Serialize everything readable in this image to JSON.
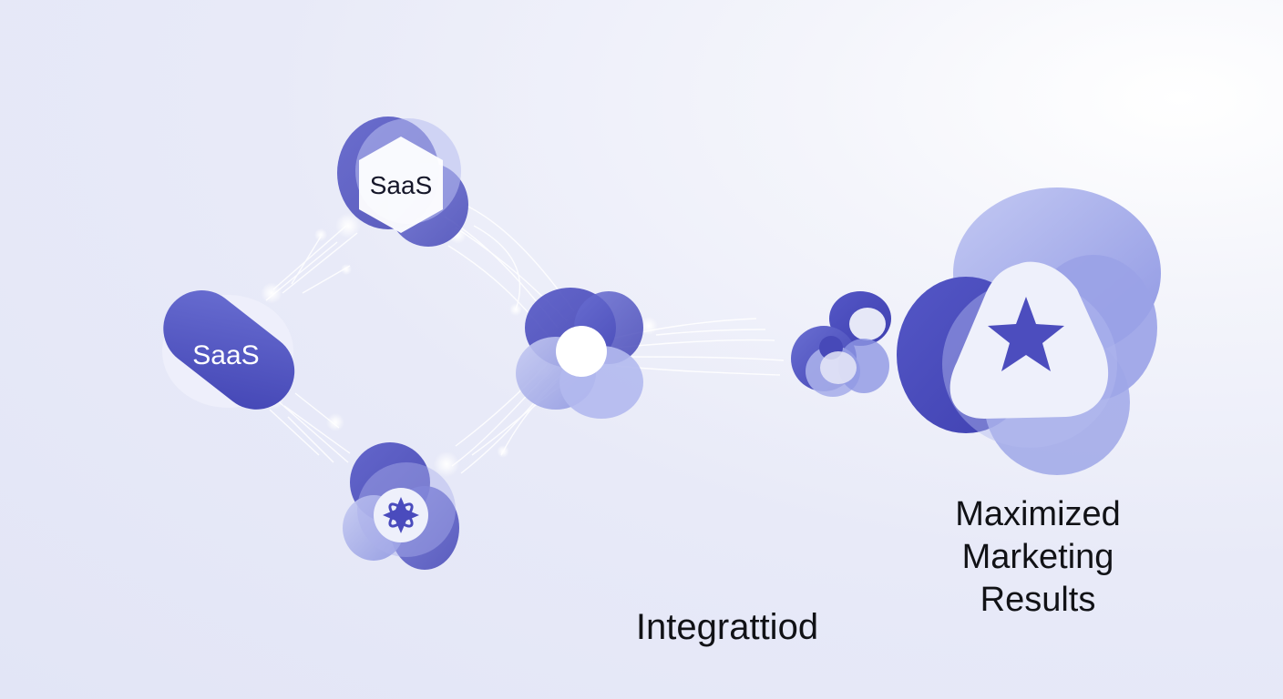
{
  "nodes": {
    "top_saas": {
      "label": "SaaS"
    },
    "left_saas": {
      "label": "SaaS"
    },
    "bottom": {
      "icon": "atom-icon"
    },
    "hub": {
      "icon": "circle-hub-icon"
    },
    "link": {
      "icon": "link-icon"
    },
    "result": {
      "icon": "star-icon"
    }
  },
  "labels": {
    "integration": "Integrattiod",
    "result_line1": "Maximized",
    "result_line2": "Marketing",
    "result_line3": "Results"
  },
  "colors": {
    "primary": "#4f4fc0",
    "light": "#a7aee8",
    "pale": "#d7dbf5",
    "text": "#111216"
  }
}
